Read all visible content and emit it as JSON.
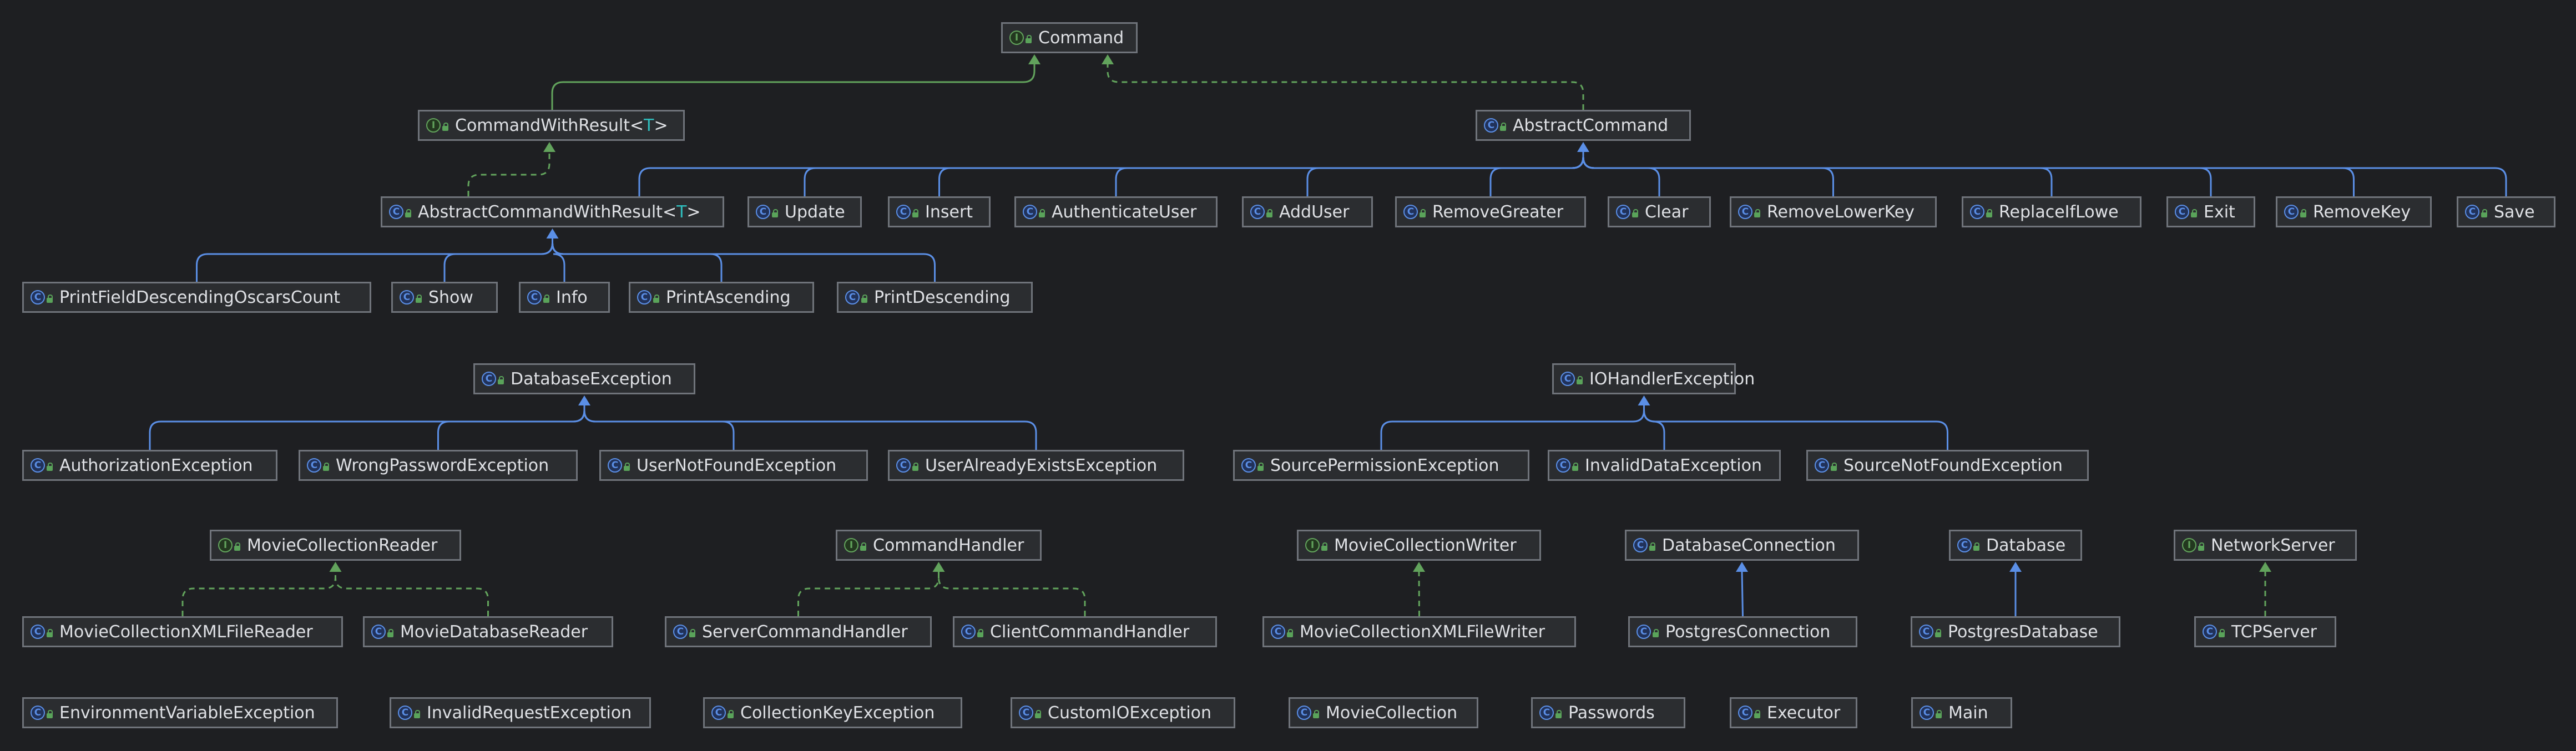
{
  "nodes": [
    {
      "id": "command",
      "kind": "interface",
      "name": "Command"
    },
    {
      "id": "cwr",
      "kind": "interface",
      "name": "CommandWithResult",
      "type_param": "T"
    },
    {
      "id": "abstract_command",
      "kind": "class",
      "name": "AbstractCommand"
    },
    {
      "id": "acwr",
      "kind": "class",
      "name": "AbstractCommandWithResult",
      "type_param": "T"
    },
    {
      "id": "update",
      "kind": "class",
      "name": "Update"
    },
    {
      "id": "insert",
      "kind": "class",
      "name": "Insert"
    },
    {
      "id": "authenticate_user",
      "kind": "class",
      "name": "AuthenticateUser"
    },
    {
      "id": "add_user",
      "kind": "class",
      "name": "AddUser"
    },
    {
      "id": "remove_greater",
      "kind": "class",
      "name": "RemoveGreater"
    },
    {
      "id": "clear",
      "kind": "class",
      "name": "Clear"
    },
    {
      "id": "remove_lower_key",
      "kind": "class",
      "name": "RemoveLowerKey"
    },
    {
      "id": "replace_if_lowe",
      "kind": "class",
      "name": "ReplaceIfLowe"
    },
    {
      "id": "exit",
      "kind": "class",
      "name": "Exit"
    },
    {
      "id": "remove_key",
      "kind": "class",
      "name": "RemoveKey"
    },
    {
      "id": "save",
      "kind": "class",
      "name": "Save"
    },
    {
      "id": "pfdoc",
      "kind": "class",
      "name": "PrintFieldDescendingOscarsCount"
    },
    {
      "id": "show",
      "kind": "class",
      "name": "Show"
    },
    {
      "id": "info",
      "kind": "class",
      "name": "Info"
    },
    {
      "id": "print_asc",
      "kind": "class",
      "name": "PrintAscending"
    },
    {
      "id": "print_desc",
      "kind": "class",
      "name": "PrintDescending"
    },
    {
      "id": "database_exception",
      "kind": "class",
      "name": "DatabaseException"
    },
    {
      "id": "authorization_exception",
      "kind": "class",
      "name": "AuthorizationException"
    },
    {
      "id": "wrong_password_exception",
      "kind": "class",
      "name": "WrongPasswordException"
    },
    {
      "id": "user_not_found_exception",
      "kind": "class",
      "name": "UserNotFoundException"
    },
    {
      "id": "user_already_exists_exception",
      "kind": "class",
      "name": "UserAlreadyExistsException"
    },
    {
      "id": "iohandler_exception",
      "kind": "class",
      "name": "IOHandlerException"
    },
    {
      "id": "source_permission_exception",
      "kind": "class",
      "name": "SourcePermissionException"
    },
    {
      "id": "invalid_data_exception",
      "kind": "class",
      "name": "InvalidDataException"
    },
    {
      "id": "source_not_found_exception",
      "kind": "class",
      "name": "SourceNotFoundException"
    },
    {
      "id": "movie_collection_reader",
      "kind": "interface",
      "name": "MovieCollectionReader"
    },
    {
      "id": "mc_xml_file_reader",
      "kind": "class",
      "name": "MovieCollectionXMLFileReader"
    },
    {
      "id": "movie_database_reader",
      "kind": "class",
      "name": "MovieDatabaseReader"
    },
    {
      "id": "command_handler",
      "kind": "interface",
      "name": "CommandHandler"
    },
    {
      "id": "server_command_handler",
      "kind": "class",
      "name": "ServerCommandHandler"
    },
    {
      "id": "client_command_handler",
      "kind": "class",
      "name": "ClientCommandHandler"
    },
    {
      "id": "movie_collection_writer",
      "kind": "interface",
      "name": "MovieCollectionWriter"
    },
    {
      "id": "mc_xml_file_writer",
      "kind": "class",
      "name": "MovieCollectionXMLFileWriter"
    },
    {
      "id": "database_connection",
      "kind": "class",
      "name": "DatabaseConnection"
    },
    {
      "id": "postgres_connection",
      "kind": "class",
      "name": "PostgresConnection"
    },
    {
      "id": "database",
      "kind": "class",
      "name": "Database"
    },
    {
      "id": "postgres_database",
      "kind": "class",
      "name": "PostgresDatabase"
    },
    {
      "id": "network_server",
      "kind": "interface",
      "name": "NetworkServer"
    },
    {
      "id": "tcp_server",
      "kind": "class",
      "name": "TCPServer"
    },
    {
      "id": "environment_variable_exception",
      "kind": "class",
      "name": "EnvironmentVariableException"
    },
    {
      "id": "invalid_request_exception",
      "kind": "class",
      "name": "InvalidRequestException"
    },
    {
      "id": "collection_key_exception",
      "kind": "class",
      "name": "CollectionKeyException"
    },
    {
      "id": "custom_io_exception",
      "kind": "class",
      "name": "CustomIOException"
    },
    {
      "id": "movie_collection",
      "kind": "class",
      "name": "MovieCollection"
    },
    {
      "id": "passwords",
      "kind": "class",
      "name": "Passwords"
    },
    {
      "id": "executor",
      "kind": "class",
      "name": "Executor"
    },
    {
      "id": "main",
      "kind": "class",
      "name": "Main"
    }
  ],
  "edges": [
    {
      "from": "cwr",
      "to": "command",
      "type": "extends"
    },
    {
      "from": "abstract_command",
      "to": "command",
      "type": "implements"
    },
    {
      "from": "acwr",
      "to": "cwr",
      "type": "implements"
    },
    {
      "from": "acwr",
      "to": "abstract_command",
      "type": "extends"
    },
    {
      "from": "update",
      "to": "abstract_command",
      "type": "extends"
    },
    {
      "from": "insert",
      "to": "abstract_command",
      "type": "extends"
    },
    {
      "from": "authenticate_user",
      "to": "abstract_command",
      "type": "extends"
    },
    {
      "from": "add_user",
      "to": "abstract_command",
      "type": "extends"
    },
    {
      "from": "remove_greater",
      "to": "abstract_command",
      "type": "extends"
    },
    {
      "from": "clear",
      "to": "abstract_command",
      "type": "extends"
    },
    {
      "from": "remove_lower_key",
      "to": "abstract_command",
      "type": "extends"
    },
    {
      "from": "replace_if_lowe",
      "to": "abstract_command",
      "type": "extends"
    },
    {
      "from": "exit",
      "to": "abstract_command",
      "type": "extends"
    },
    {
      "from": "remove_key",
      "to": "abstract_command",
      "type": "extends"
    },
    {
      "from": "save",
      "to": "abstract_command",
      "type": "extends"
    },
    {
      "from": "pfdoc",
      "to": "acwr",
      "type": "extends"
    },
    {
      "from": "show",
      "to": "acwr",
      "type": "extends"
    },
    {
      "from": "info",
      "to": "acwr",
      "type": "extends"
    },
    {
      "from": "print_asc",
      "to": "acwr",
      "type": "extends"
    },
    {
      "from": "print_desc",
      "to": "acwr",
      "type": "extends"
    },
    {
      "from": "authorization_exception",
      "to": "database_exception",
      "type": "extends"
    },
    {
      "from": "wrong_password_exception",
      "to": "database_exception",
      "type": "extends"
    },
    {
      "from": "user_not_found_exception",
      "to": "database_exception",
      "type": "extends"
    },
    {
      "from": "user_already_exists_exception",
      "to": "database_exception",
      "type": "extends"
    },
    {
      "from": "source_permission_exception",
      "to": "iohandler_exception",
      "type": "extends"
    },
    {
      "from": "invalid_data_exception",
      "to": "iohandler_exception",
      "type": "extends"
    },
    {
      "from": "source_not_found_exception",
      "to": "iohandler_exception",
      "type": "extends"
    },
    {
      "from": "mc_xml_file_reader",
      "to": "movie_collection_reader",
      "type": "implements"
    },
    {
      "from": "movie_database_reader",
      "to": "movie_collection_reader",
      "type": "implements"
    },
    {
      "from": "server_command_handler",
      "to": "command_handler",
      "type": "implements"
    },
    {
      "from": "client_command_handler",
      "to": "command_handler",
      "type": "implements"
    },
    {
      "from": "mc_xml_file_writer",
      "to": "movie_collection_writer",
      "type": "implements"
    },
    {
      "from": "postgres_connection",
      "to": "database_connection",
      "type": "extends"
    },
    {
      "from": "postgres_database",
      "to": "database",
      "type": "extends"
    },
    {
      "from": "tcp_server",
      "to": "network_server",
      "type": "implements"
    }
  ],
  "colors": {
    "background": "#1e1f22",
    "node_fill": "#2b2d30",
    "node_border": "#6f737a",
    "text": "#dfe1e5",
    "extends_edge": "#5b8fe6",
    "interface_edge": "#62a35c",
    "type_param": "#2fbfbf"
  }
}
